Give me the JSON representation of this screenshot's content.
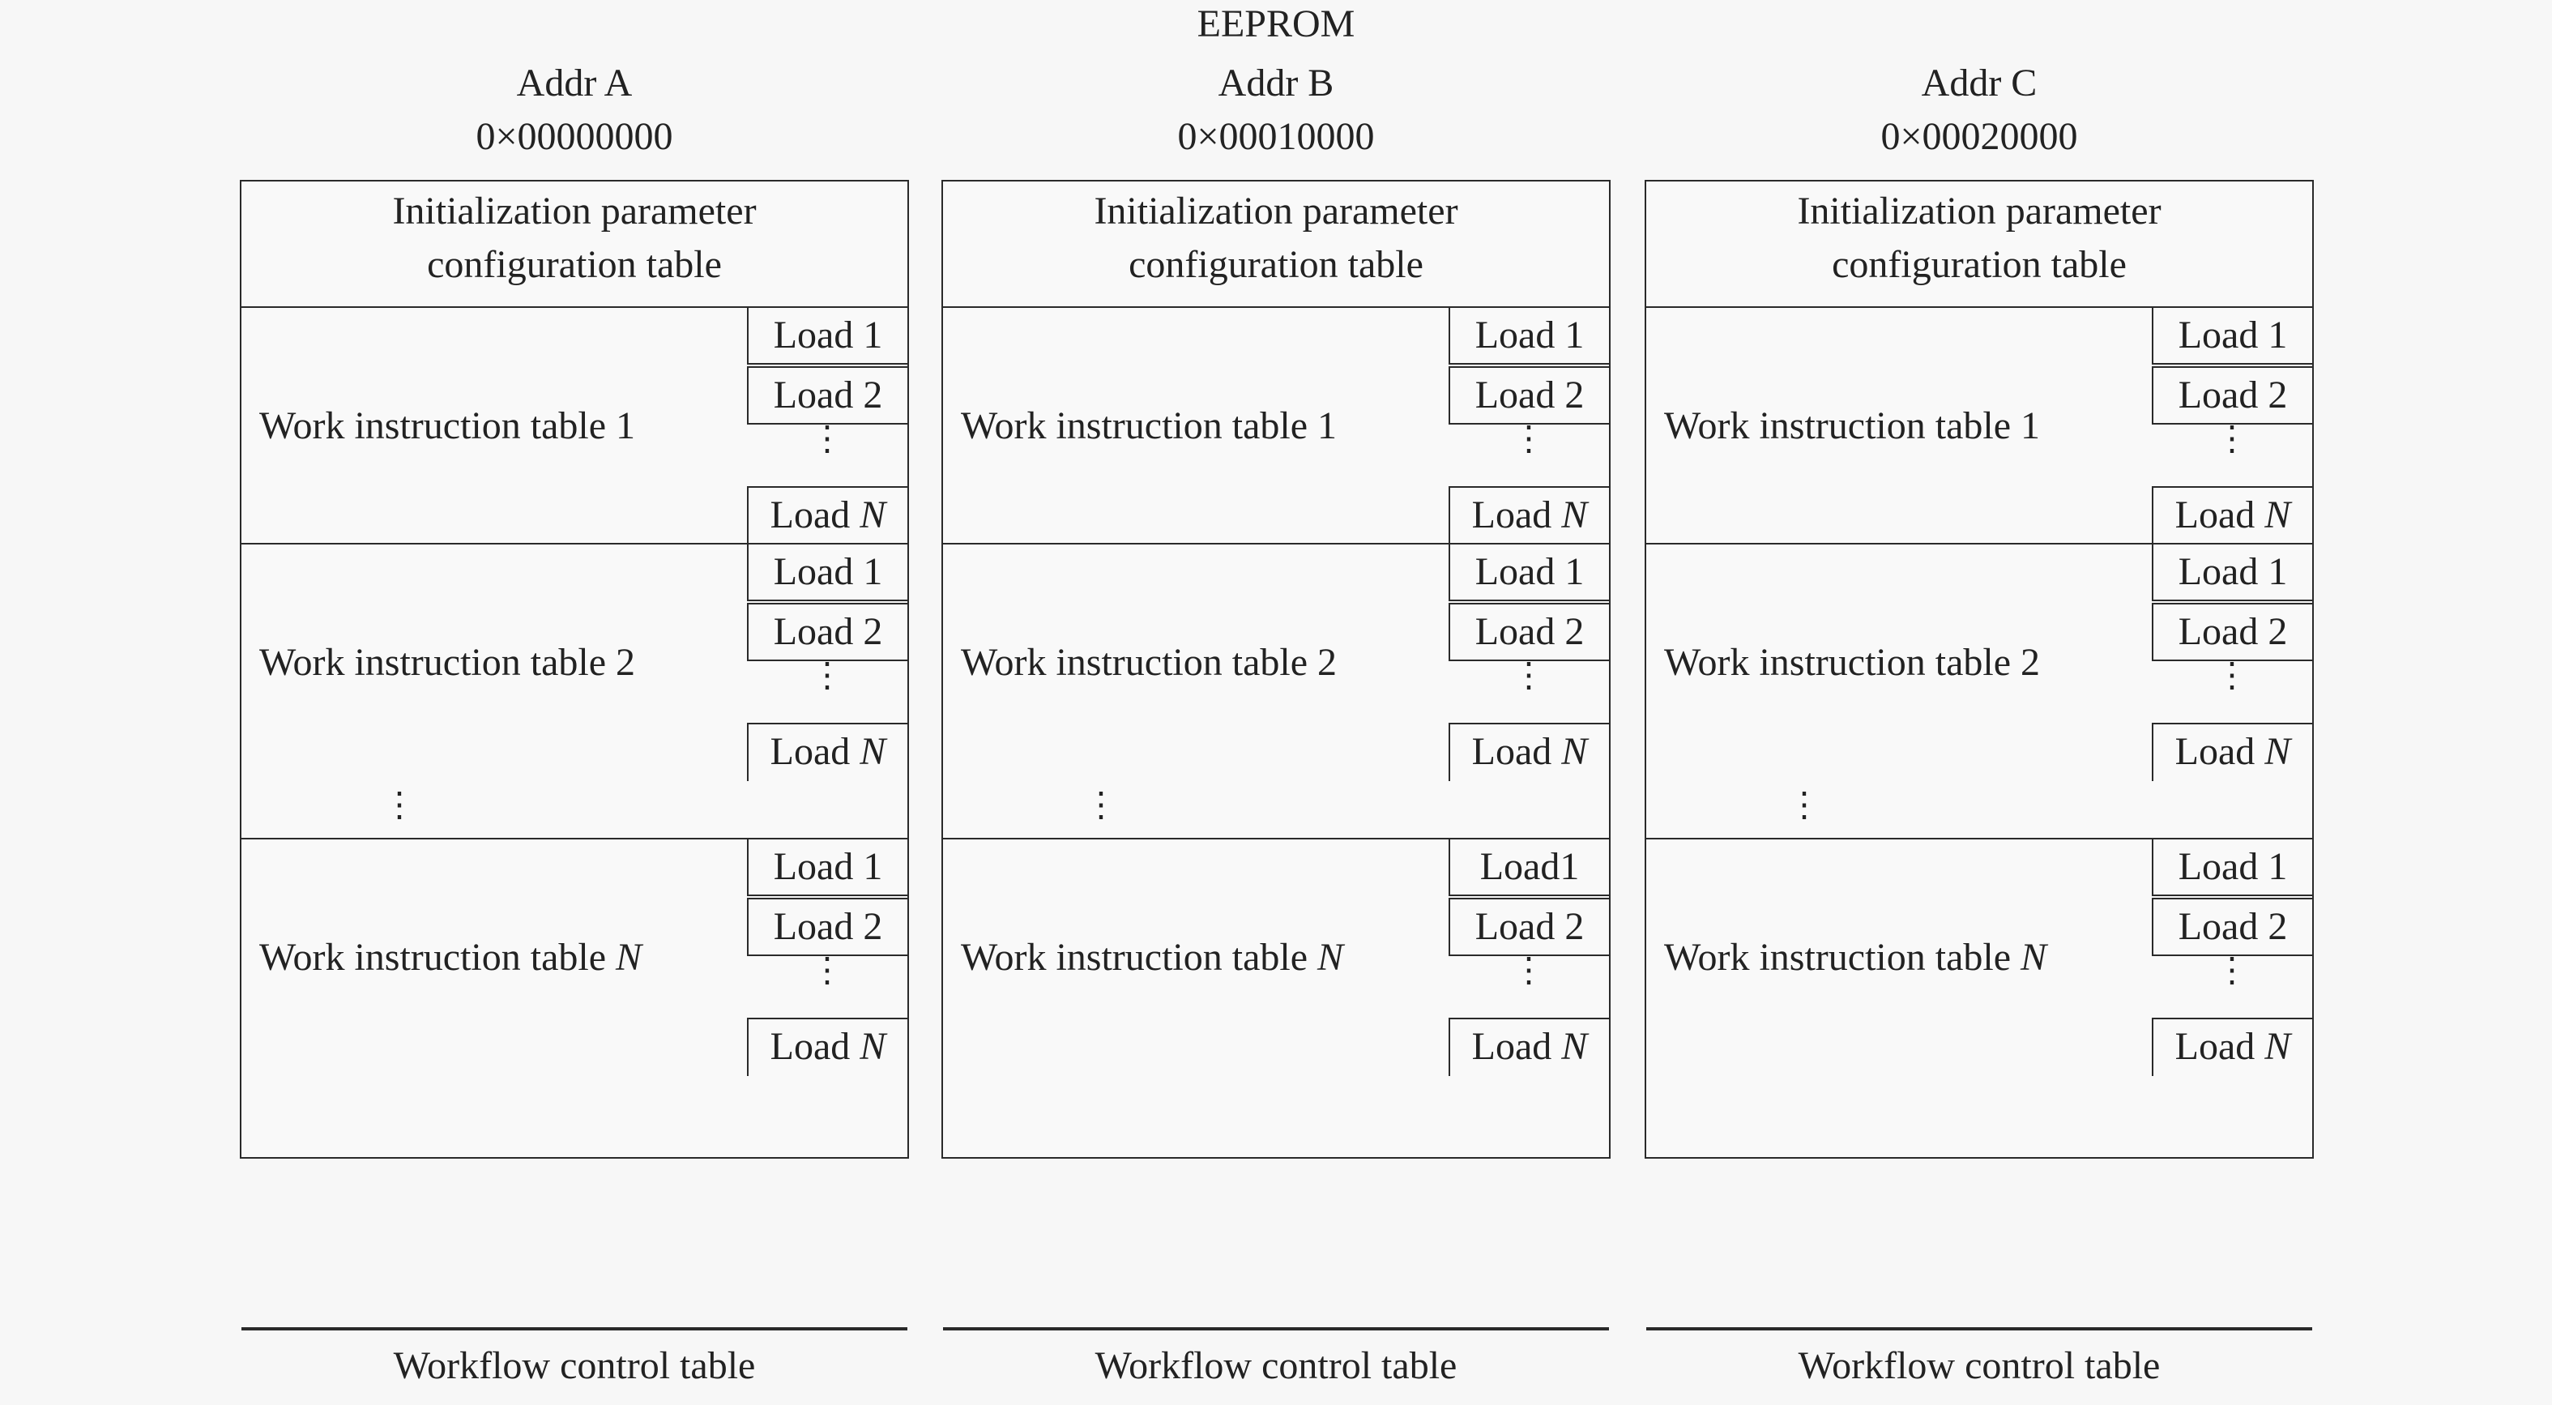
{
  "title": "EEPROM",
  "columns": [
    {
      "addr_name": "Addr A",
      "addr_value": "0×00000000",
      "init_line1": "Initialization parameter",
      "init_line2": "configuration table",
      "sections": [
        {
          "label": "Work instruction table 1",
          "loads": [
            "Load 1",
            "Load 2",
            "Load N"
          ]
        },
        {
          "label": "Work instruction table 2",
          "loads": [
            "Load 1",
            "Load 2",
            "Load N"
          ]
        },
        {
          "label": "Work instruction table N",
          "loads": [
            "Load 1",
            "Load 2",
            "Load N"
          ]
        }
      ],
      "workflow": "Workflow control table"
    },
    {
      "addr_name": "Addr B",
      "addr_value": "0×00010000",
      "init_line1": "Initialization parameter",
      "init_line2": "configuration table",
      "sections": [
        {
          "label": "Work instruction table 1",
          "loads": [
            "Load 1",
            "Load 2",
            "Load N"
          ]
        },
        {
          "label": "Work instruction table 2",
          "loads": [
            "Load 1",
            "Load 2",
            "Load N"
          ]
        },
        {
          "label": "Work instruction table N",
          "loads": [
            "Load1",
            "Load  2",
            "Load N"
          ]
        }
      ],
      "workflow": "Workflow control table"
    },
    {
      "addr_name": "Addr C",
      "addr_value": "0×00020000",
      "init_line1": "Initialization parameter",
      "init_line2": "configuration table",
      "sections": [
        {
          "label": "Work instruction table 1",
          "loads": [
            "Load 1",
            "Load 2",
            "Load N"
          ]
        },
        {
          "label": "Work instruction table 2",
          "loads": [
            "Load 1",
            "Load 2",
            "Load N"
          ]
        },
        {
          "label": "Work instruction table N",
          "loads": [
            "Load 1",
            "Load 2",
            "Load N"
          ]
        }
      ],
      "workflow": "Workflow control table"
    }
  ],
  "vertical_ellipsis": "⋮",
  "colors": {
    "background": "#f7f7f7",
    "line": "#2a2a2a",
    "text": "#222222"
  }
}
